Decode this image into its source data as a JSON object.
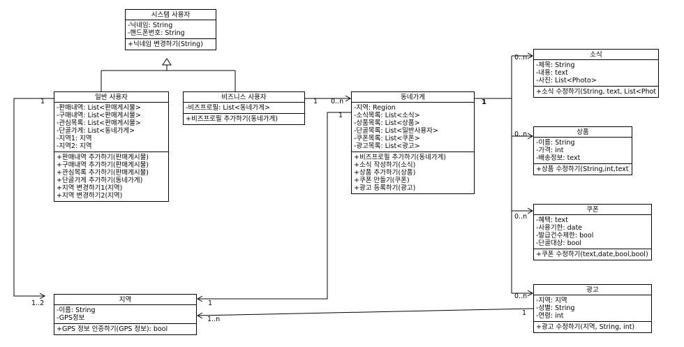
{
  "classes": {
    "system_user": {
      "title": "시스템 사용자",
      "attributes": [
        "-닉네임: String",
        "-핸드폰번호: String"
      ],
      "operations": [
        "+닉네임 변경하기(String)"
      ]
    },
    "general_user": {
      "title": "일반 사용자",
      "attributes": [
        "-판매내역: List<판매게시물>",
        "-구매내역: List<판매게시물>",
        "-관심목록: List<판매게시물>",
        "-단골가게: List<동네가게>",
        "-지역1: 지역",
        "-지역2: 지역"
      ],
      "operations": [
        "+판매내역 추가하기(판매게시물)",
        "+구매내역 추가하기(판매게시물)",
        "+관심목록 추가하기(판매게시물)",
        "+단골가게 추가하기(동네가게)",
        "+지역 변경하기1(지역)",
        "+지역 변경하기2(지역)"
      ]
    },
    "business_user": {
      "title": "비즈니스 사용자",
      "attributes": [
        "-비즈프로필: List<동네가게>"
      ],
      "operations": [
        "+비즈프로필 추가하기(동네가게)"
      ]
    },
    "local_store": {
      "title": "동네가게",
      "attributes": [
        "-지역: Region",
        "-소식목록: List<소식>",
        "-상품목록: List<상품>",
        "-단골목록: List<일반사용자>",
        "-쿠폰목록: List<쿠폰>",
        "-광고목록: List<광고>"
      ],
      "operations": [
        "+비즈프로필 추가하기(동네가게)",
        "+소식 작성하기(소식)",
        "+상품 추가하기(상품)",
        "+쿠폰 만들기(쿠폰)",
        "+광고 등록하기(광고)"
      ]
    },
    "news": {
      "title": "소식",
      "attributes": [
        "-제목: String",
        "-내용: text",
        "-사진: List<Photo>"
      ],
      "operations": [
        "+소식 수정하기(String, text, List<Photo>)"
      ]
    },
    "product": {
      "title": "상품",
      "attributes": [
        "-이름: String",
        "-가격: int",
        "-배송정보: text"
      ],
      "operations": [
        "+상품 수정하기(String,int,text)"
      ]
    },
    "coupon": {
      "title": "쿠폰",
      "attributes": [
        "-혜택: text",
        "-사용기한: date",
        "-발급건수제한: bool",
        "-단골대상: bool"
      ],
      "operations": [
        "+쿠폰 수정하기(text,date,bool,bool)"
      ]
    },
    "ad": {
      "title": "광고",
      "attributes": [
        "-지역: 지역",
        "-성별: String",
        "-연령: int"
      ],
      "operations": [
        "+광고 수정하기(지역, String, int)"
      ]
    },
    "region": {
      "title": "지역",
      "attributes": [
        "-이름: String",
        "-GPS정보"
      ],
      "operations": [
        "+GPS 정보 인증하기(GPS 정보): bool"
      ]
    }
  },
  "multiplicities": {
    "general_user_to_region_src": "1",
    "general_user_to_region_dst": "1..2",
    "business_to_store_src": "1",
    "business_to_store_dst": "0..n",
    "store_to_region_src": "1",
    "store_to_region_dst": "1",
    "store_to_children": "1",
    "news": "0..n",
    "product": "0..n",
    "coupon": "0..n",
    "ad": "0..n",
    "ad_to_region_src": "1",
    "ad_to_region_dst": "1..n"
  }
}
